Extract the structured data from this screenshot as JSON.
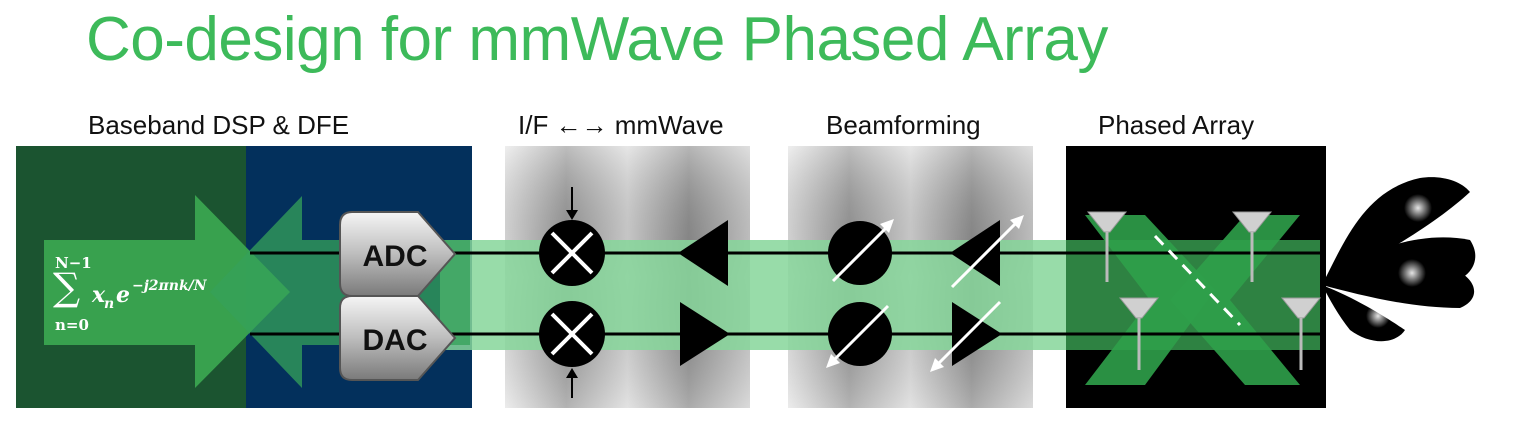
{
  "title": "Co-design for mmWave Phased Array",
  "sections": {
    "baseband": "Baseband DSP & DFE",
    "if_mmwave": "I/F ←→ mmWave",
    "beamforming": "Beamforming",
    "phased_array": "Phased Array"
  },
  "blocks": {
    "adc": "ADC",
    "dac": "DAC"
  },
  "formula": {
    "sum_upper": "N−1",
    "sum_lower": "n=0",
    "term": "x",
    "subscript": "n",
    "base": "e",
    "exponent": "−j2πnk/N"
  },
  "colors": {
    "title": "#3dba5a",
    "dark_green": "#1b5430",
    "navy": "#03305c",
    "light_green_band": "#86d69a",
    "arrow_green": "#3aa550"
  }
}
